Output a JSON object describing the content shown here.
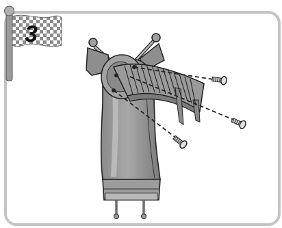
{
  "step": {
    "number": "3",
    "icon": "checkered-flag-icon"
  },
  "illustration": {
    "subject": "assembly-part-with-screws",
    "screw_count": 3,
    "colors": {
      "outline": "#222222",
      "panel_border": "#c4c4c4",
      "body_fill": "#9a9a9a",
      "body_shade": "#7a7a7a",
      "body_light": "#bdbdbd",
      "flag_pole": "#9a9a9a",
      "checker_dark": "#8c8c8c",
      "checker_light": "#ffffff"
    }
  }
}
